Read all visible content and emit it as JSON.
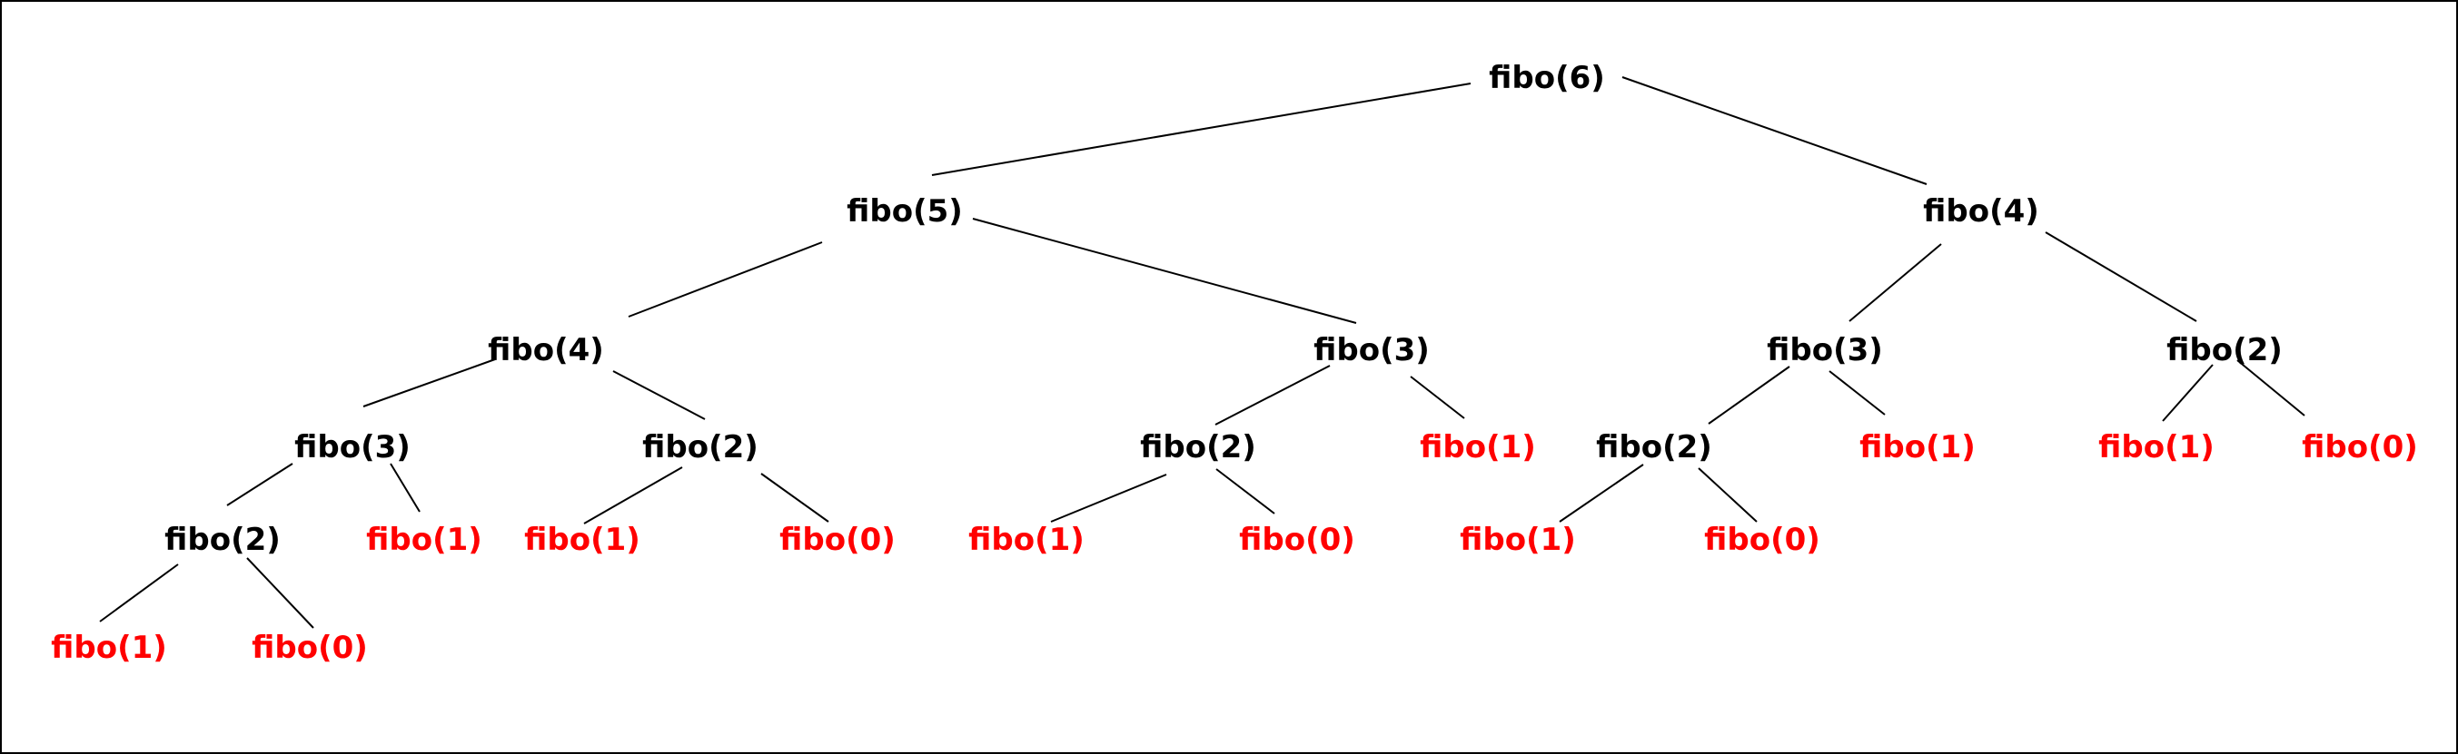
{
  "colors": {
    "internal": "#000000",
    "leaf": "#ff0000",
    "edge": "#000000",
    "frame": "#000000"
  },
  "nodes": {
    "n6": {
      "label": "fibo(6)",
      "kind": "internal"
    },
    "n5": {
      "label": "fibo(5)",
      "kind": "internal"
    },
    "n4r": {
      "label": "fibo(4)",
      "kind": "internal"
    },
    "n4l": {
      "label": "fibo(4)",
      "kind": "internal"
    },
    "n3a": {
      "label": "fibo(3)",
      "kind": "internal"
    },
    "n3b": {
      "label": "fibo(3)",
      "kind": "internal"
    },
    "n2e": {
      "label": "fibo(2)",
      "kind": "internal"
    },
    "n3al": {
      "label": "fibo(3)",
      "kind": "internal"
    },
    "n2b": {
      "label": "fibo(2)",
      "kind": "internal"
    },
    "n2c": {
      "label": "fibo(2)",
      "kind": "internal"
    },
    "n1c": {
      "label": "fibo(1)",
      "kind": "leaf"
    },
    "n2d": {
      "label": "fibo(2)",
      "kind": "internal"
    },
    "n1g": {
      "label": "fibo(1)",
      "kind": "leaf"
    },
    "n1h": {
      "label": "fibo(1)",
      "kind": "leaf"
    },
    "n0e": {
      "label": "fibo(0)",
      "kind": "leaf"
    },
    "n2a": {
      "label": "fibo(2)",
      "kind": "internal"
    },
    "n1b": {
      "label": "fibo(1)",
      "kind": "leaf"
    },
    "n1d": {
      "label": "fibo(1)",
      "kind": "leaf"
    },
    "n0b": {
      "label": "fibo(0)",
      "kind": "leaf"
    },
    "n1e": {
      "label": "fibo(1)",
      "kind": "leaf"
    },
    "n0c": {
      "label": "fibo(0)",
      "kind": "leaf"
    },
    "n1f": {
      "label": "fibo(1)",
      "kind": "leaf"
    },
    "n0d": {
      "label": "fibo(0)",
      "kind": "leaf"
    },
    "n1a": {
      "label": "fibo(1)",
      "kind": "leaf"
    },
    "n0a": {
      "label": "fibo(0)",
      "kind": "leaf"
    }
  },
  "edges": [
    [
      "n6",
      "n5"
    ],
    [
      "n6",
      "n4r"
    ],
    [
      "n5",
      "n4l"
    ],
    [
      "n5",
      "n3a"
    ],
    [
      "n4r",
      "n3b"
    ],
    [
      "n4r",
      "n2e"
    ],
    [
      "n4l",
      "n3al"
    ],
    [
      "n4l",
      "n2b"
    ],
    [
      "n3a",
      "n2c"
    ],
    [
      "n3a",
      "n1c"
    ],
    [
      "n3b",
      "n2d"
    ],
    [
      "n3b",
      "n1g"
    ],
    [
      "n2e",
      "n1h"
    ],
    [
      "n2e",
      "n0e"
    ],
    [
      "n3al",
      "n2a"
    ],
    [
      "n3al",
      "n1b"
    ],
    [
      "n2b",
      "n1d"
    ],
    [
      "n2b",
      "n0b"
    ],
    [
      "n2c",
      "n1e"
    ],
    [
      "n2c",
      "n0c"
    ],
    [
      "n2d",
      "n1f"
    ],
    [
      "n2d",
      "n0d"
    ],
    [
      "n2a",
      "n1a"
    ],
    [
      "n2a",
      "n0a"
    ]
  ]
}
